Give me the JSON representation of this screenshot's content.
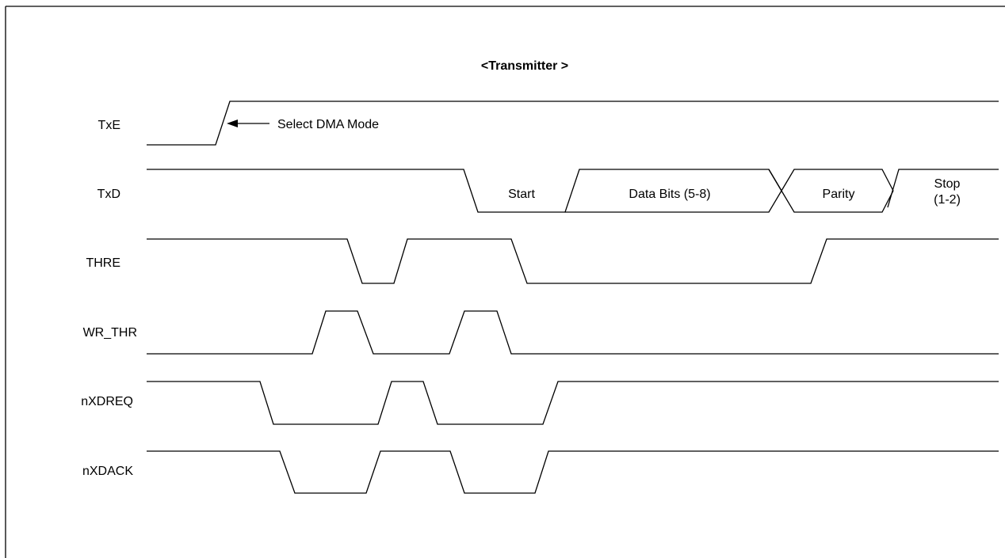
{
  "title": "<Transmitter >",
  "colors": {
    "line": "#000000",
    "background": "#ffffff"
  },
  "signals": [
    {
      "id": "txe",
      "label": "TxE"
    },
    {
      "id": "txd",
      "label": "TxD"
    },
    {
      "id": "thre",
      "label": "THRE"
    },
    {
      "id": "wr-thr",
      "label": "WR_THR"
    },
    {
      "id": "nxdreq",
      "label": "nXDREQ"
    },
    {
      "id": "nxdack",
      "label": "nXDACK"
    }
  ],
  "annotations": {
    "select_dma": "Select DMA Mode"
  },
  "txd_fields": {
    "start": "Start",
    "data": "Data Bits (5-8)",
    "parity": "Parity",
    "stop_line1": "Stop",
    "stop_line2": "(1-2)"
  }
}
